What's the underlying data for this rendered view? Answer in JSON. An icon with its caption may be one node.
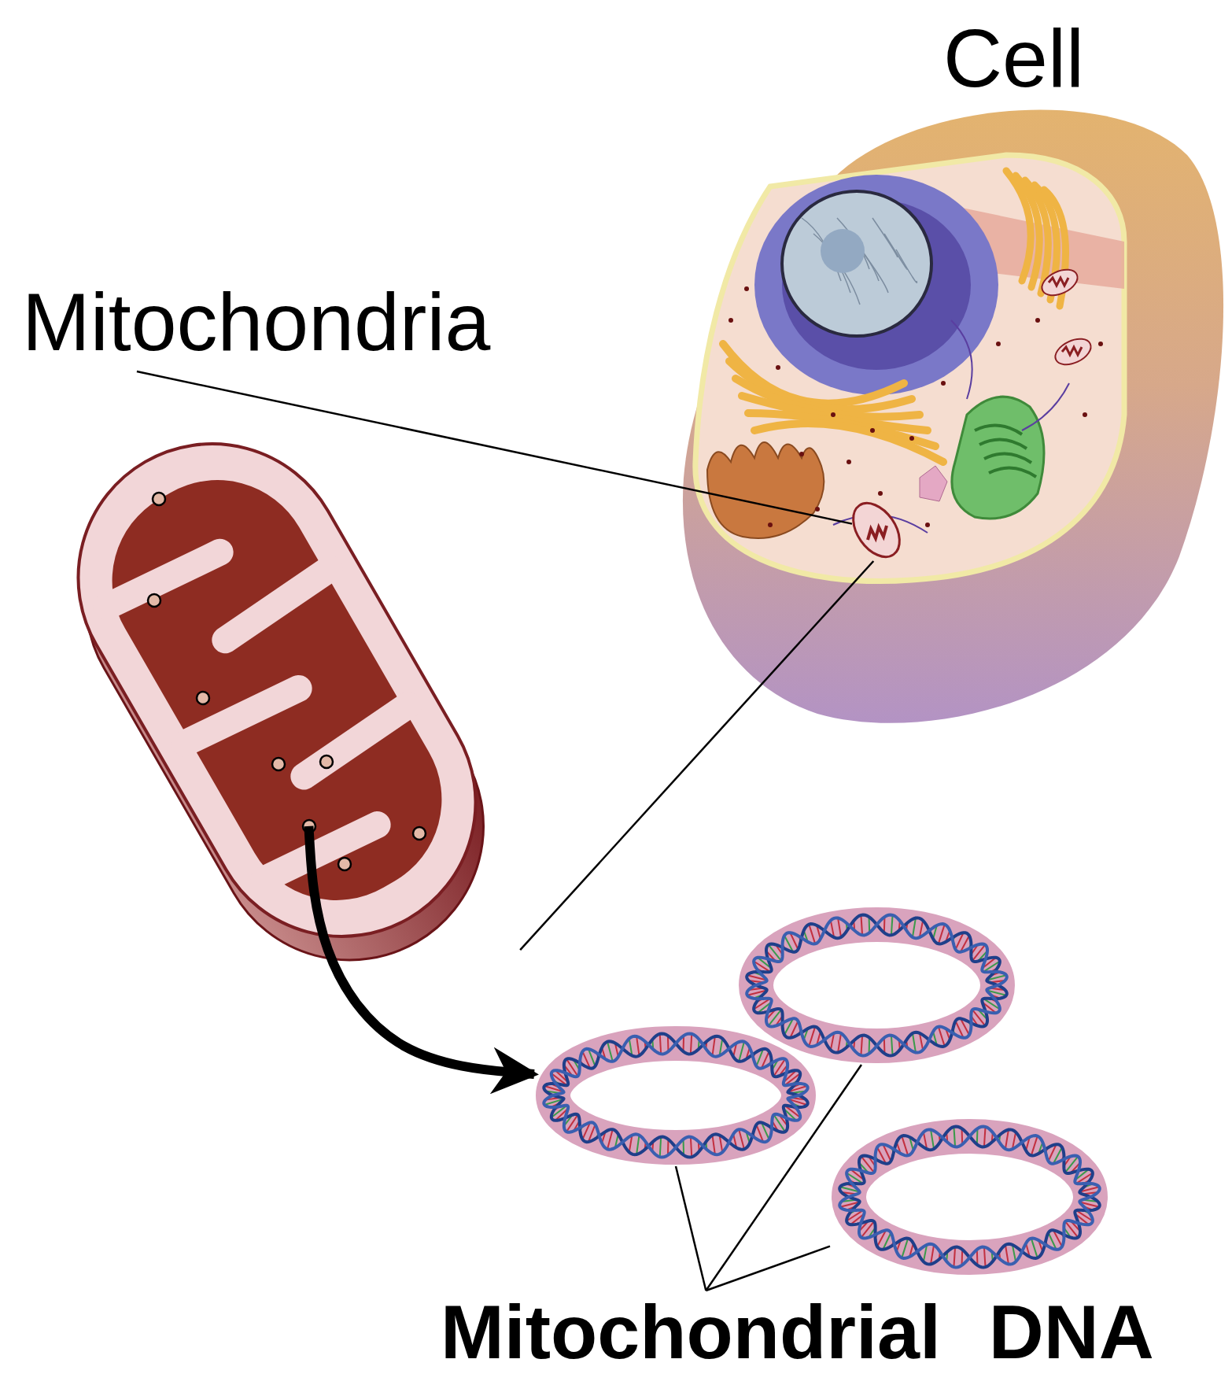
{
  "diagram": {
    "nodes": [
      {
        "text": [
          "Cell"
        ]
      },
      {
        "text": [],
        "shape": "picture",
        "in": 0
      },
      {
        "text": [
          "Mitochondria"
        ]
      },
      {
        "text": [],
        "shape": "picture"
      },
      {
        "text": [],
        "shape": "picture"
      },
      {
        "text": [],
        "shape": "picture"
      },
      {
        "text": [],
        "shape": "picture"
      },
      {
        "text": [
          "Mitochondrial DNA"
        ]
      }
    ],
    "edges": [
      {
        "from": 2,
        "to": 1,
        "arrow": "none"
      },
      {
        "from": 3,
        "to": 1,
        "arrow": "none"
      },
      {
        "from": 3,
        "to": 4,
        "arrow": "to",
        "style": "thick"
      },
      {
        "from": 7,
        "to": 4,
        "arrow": "none"
      },
      {
        "from": 7,
        "to": 5,
        "arrow": "none"
      },
      {
        "from": 7,
        "to": 6,
        "arrow": "none"
      }
    ]
  }
}
